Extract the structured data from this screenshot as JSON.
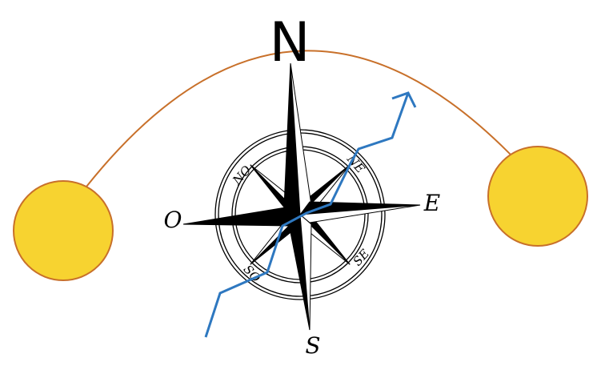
{
  "labels": {
    "north": "N",
    "east": "E",
    "south": "S",
    "west": "O",
    "northeast": "NE",
    "southeast": "SE",
    "southwest": "SO",
    "northwest": "NO"
  },
  "colors": {
    "sun_fill": "#F7D330",
    "sun_stroke": "#C8702A",
    "arc": "#C8702A",
    "path_arrow": "#2E78C0",
    "rose_dark": "#000000",
    "rose_light": "#ffffff"
  },
  "icons": [
    "sun-rising",
    "sun-setting",
    "compass-rose",
    "path-arrow"
  ]
}
